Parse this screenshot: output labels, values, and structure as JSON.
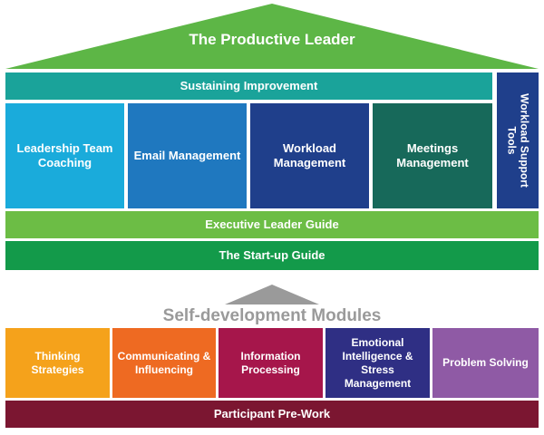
{
  "roof": {
    "title": "The Productive Leader",
    "color": "#5db646"
  },
  "sustaining": {
    "label": "Sustaining Improvement",
    "color": "#1aa39a"
  },
  "pillars": [
    {
      "label": "Leadership Team Coaching",
      "color": "#1aabdb"
    },
    {
      "label": "Email Management",
      "color": "#1f78bf"
    },
    {
      "label": "Workload Management",
      "color": "#1f3f8b"
    },
    {
      "label": "Meetings Management",
      "color": "#17695a"
    }
  ],
  "side_tools": {
    "label": "Workload Support Tools",
    "color": "#1f3f8b"
  },
  "executive_guide": {
    "label": "Executive Leader Guide",
    "color": "#6cbd45"
  },
  "startup_guide": {
    "label": "The Start-up Guide",
    "color": "#139a4a"
  },
  "self_development": {
    "title": "Self-development Modules",
    "arrow_color": "#9a9a9a"
  },
  "modules": [
    {
      "label": "Thinking Strategies",
      "color": "#f5a21b"
    },
    {
      "label": "Communicating & Influencing",
      "color": "#ee6a22"
    },
    {
      "label": "Information Processing",
      "color": "#a6164b"
    },
    {
      "label": "Emotional Intelligence & Stress Management",
      "color": "#2f2f84"
    },
    {
      "label": "Problem Solving",
      "color": "#8f5aa5"
    }
  ],
  "prework": {
    "label": "Participant Pre-Work",
    "color": "#7b1631"
  }
}
